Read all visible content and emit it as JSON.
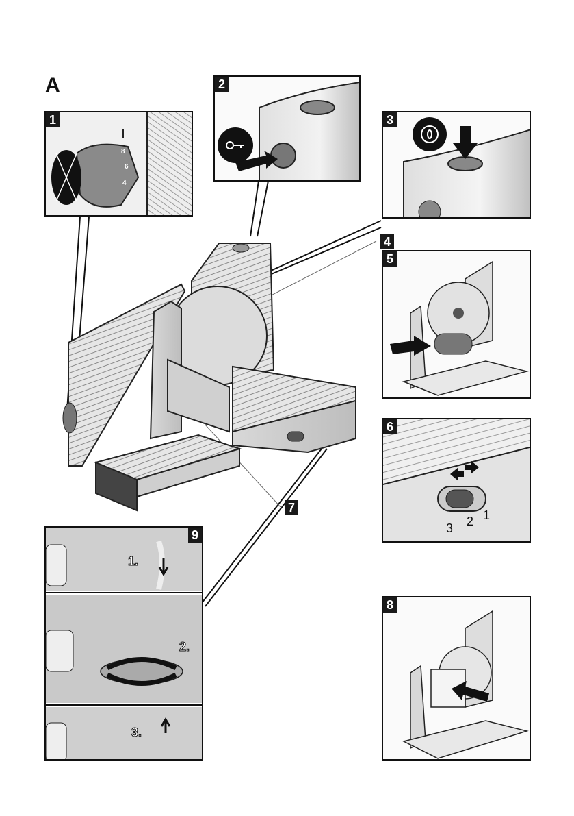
{
  "figure": {
    "letter": "A",
    "title": "Food slicer overview with numbered detail views"
  },
  "panels": [
    {
      "number": "1",
      "description": "Slice thickness adjustment knob with scale",
      "scale_marks": [
        "8",
        "6",
        "4"
      ]
    },
    {
      "number": "2",
      "description": "Push child-lock / safety button",
      "symbol": "key-icon"
    },
    {
      "number": "3",
      "description": "Press on/off button",
      "symbol": "power-0-icon"
    },
    {
      "number": "4",
      "description": "Blade (callout)"
    },
    {
      "number": "5",
      "description": "Slide carriage with food pusher toward blade"
    },
    {
      "number": "6",
      "description": "Carriage lock slider positions",
      "positions": [
        "3",
        "2",
        "1"
      ]
    },
    {
      "number": "7",
      "description": "Carriage (callout)"
    },
    {
      "number": "8",
      "description": "Push food against blade with remnant holder"
    },
    {
      "number": "9",
      "description": "Blade removal steps",
      "steps": [
        "1.",
        "2.",
        "3."
      ]
    }
  ]
}
